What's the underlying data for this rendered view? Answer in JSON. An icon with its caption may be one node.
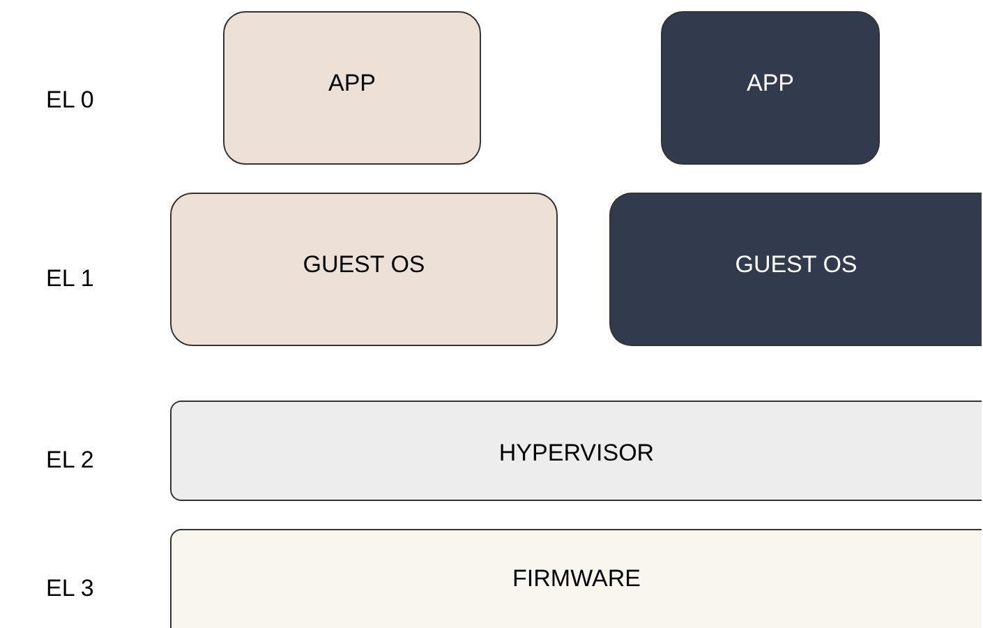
{
  "diagram": {
    "nodes": [
      {
        "text": [
          "APP"
        ]
      },
      {
        "text": [
          "APP"
        ]
      },
      {
        "text": [
          "GUEST OS"
        ]
      },
      {
        "text": [
          "GUEST OS"
        ]
      },
      {
        "text": [
          "HYPERVISOR"
        ]
      },
      {
        "text": [
          "FIRMWARE"
        ]
      }
    ],
    "labels": [
      "EL 0",
      "EL 1",
      "EL 2",
      "EL 3"
    ]
  }
}
